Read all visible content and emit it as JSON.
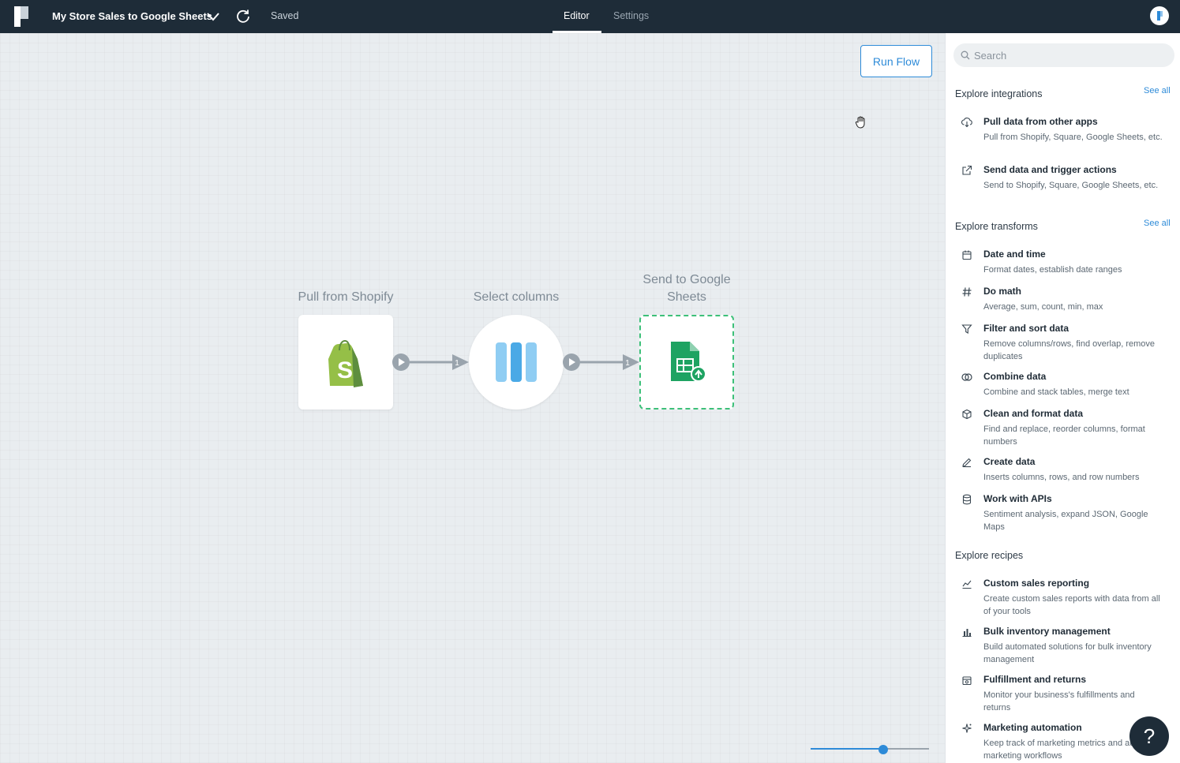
{
  "header": {
    "flow_title": "My Store Sales to Google Sheets",
    "saved_status": "Saved",
    "tabs": [
      {
        "label": "Editor",
        "active": true
      },
      {
        "label": "Settings",
        "active": false
      }
    ]
  },
  "canvas": {
    "run_button_label": "Run Flow",
    "nodes": [
      {
        "label": "Pull from Shopify",
        "icon": "shopify-icon"
      },
      {
        "label": "Select columns",
        "icon": "columns-icon"
      },
      {
        "label": "Send to Google Sheets",
        "icon": "google-sheets-icon"
      }
    ],
    "connectors": [
      {
        "count": "1"
      },
      {
        "count": "1"
      }
    ],
    "zoom_level": 0.61
  },
  "sidebar": {
    "search_placeholder": "Search",
    "integrations": {
      "title": "Explore integrations",
      "see_all": "See all",
      "items": [
        {
          "icon": "cloud-download-icon",
          "title": "Pull data from other apps",
          "desc": "Pull from Shopify, Square, Google Sheets, etc."
        },
        {
          "icon": "external-link-icon",
          "title": "Send data and trigger actions",
          "desc": "Send to Shopify, Square, Google Sheets, etc."
        }
      ]
    },
    "transforms": {
      "title": "Explore transforms",
      "see_all": "See all",
      "items": [
        {
          "icon": "calendar-icon",
          "title": "Date and time",
          "desc": "Format dates, establish date ranges"
        },
        {
          "icon": "hash-icon",
          "title": "Do math",
          "desc": "Average, sum, count, min, max"
        },
        {
          "icon": "filter-icon",
          "title": "Filter and sort data",
          "desc": "Remove columns/rows, find overlap, remove duplicates"
        },
        {
          "icon": "overlap-circles-icon",
          "title": "Combine data",
          "desc": "Combine and stack tables, merge text"
        },
        {
          "icon": "cube-icon",
          "title": "Clean and format data",
          "desc": "Find and replace, reorder columns, format numbers"
        },
        {
          "icon": "pencil-icon",
          "title": "Create data",
          "desc": "Inserts columns, rows, and row numbers"
        },
        {
          "icon": "database-icon",
          "title": "Work with APIs",
          "desc": "Sentiment analysis, expand JSON, Google Maps"
        }
      ]
    },
    "recipes": {
      "title": "Explore recipes",
      "items": [
        {
          "icon": "line-chart-icon",
          "title": "Custom sales reporting",
          "desc": "Create custom sales reports with data from all of your tools"
        },
        {
          "icon": "bar-chart-icon",
          "title": "Bulk inventory management",
          "desc": "Build automated solutions for bulk inventory management"
        },
        {
          "icon": "package-icon",
          "title": "Fulfillment and returns",
          "desc": "Monitor your business's fulfillments and returns"
        },
        {
          "icon": "sparkle-icon",
          "title": "Marketing automation",
          "desc": "Keep track of marketing metrics and automate marketing workflows"
        }
      ]
    }
  },
  "help_button_label": "?"
}
